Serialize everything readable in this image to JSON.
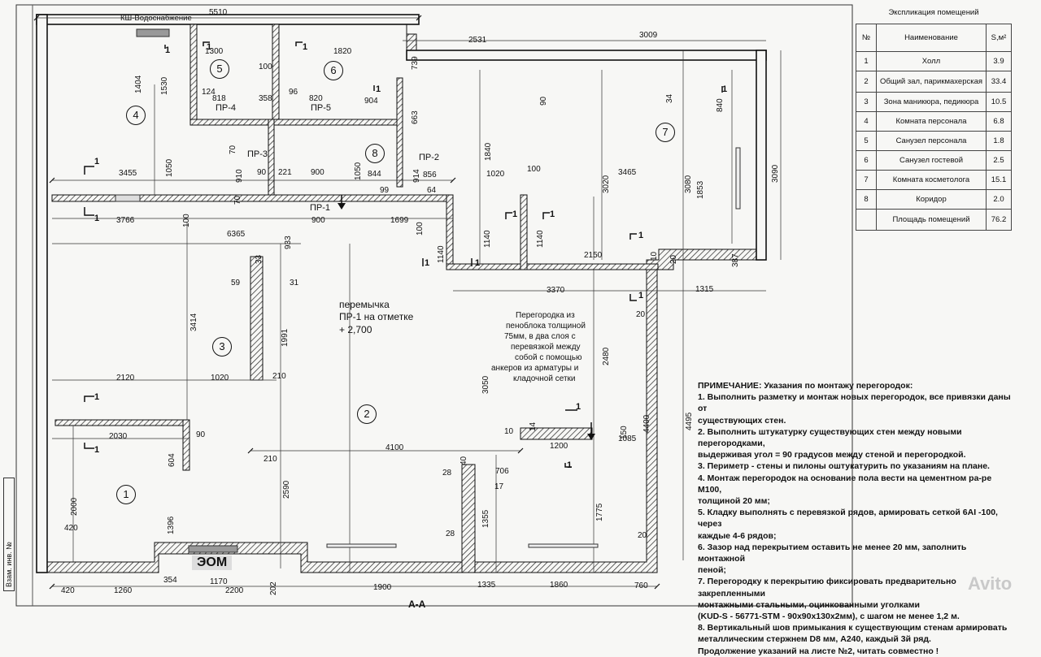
{
  "rooms": [
    {
      "number": "1"
    },
    {
      "number": "2"
    },
    {
      "number": "3"
    },
    {
      "number": "4"
    },
    {
      "number": "5"
    },
    {
      "number": "6"
    },
    {
      "number": "7"
    },
    {
      "number": "8"
    }
  ],
  "explication": {
    "title": "Экспликация помещений",
    "headers": [
      "№",
      "Наименование",
      "S,м²"
    ],
    "rows": [
      {
        "n": "1",
        "name": "Холл",
        "area": "3.9"
      },
      {
        "n": "2",
        "name": "Общий зал, парикмахерская",
        "area": "33.4"
      },
      {
        "n": "3",
        "name": "Зона маникюра, педикюра",
        "area": "10.5"
      },
      {
        "n": "4",
        "name": "Комната персонала",
        "area": "6.8"
      },
      {
        "n": "5",
        "name": "Санузел персонала",
        "area": "1.8"
      },
      {
        "n": "6",
        "name": "Санузел гостевой",
        "area": "2.5"
      },
      {
        "n": "7",
        "name": "Комната косметолога",
        "area": "15.1"
      },
      {
        "n": "8",
        "name": "Коридор",
        "area": "2.0"
      }
    ],
    "total_label": "Площадь помещений",
    "total": "76.2"
  },
  "labels": {
    "ksh": "КШ-Водоснабжение",
    "eom": "ЭОМ",
    "pr1": "ПР-1",
    "pr2": "ПР-2",
    "pr3": "ПР-3",
    "pr4": "ПР-4",
    "pr5": "ПР-5",
    "lintel_1": "перемычка",
    "lintel_2": "ПР-1 на отметке",
    "lintel_3": "+ 2,700",
    "partition_1": "Перегородка из",
    "partition_2": "пеноблока толщиной",
    "partition_3": "75мм, в два слоя с",
    "partition_4": "перевязкой между",
    "partition_5": "собой с помощью",
    "partition_6": "анкеров из арматуры и",
    "partition_7": "кладочной сетки",
    "stamp": "Взам. инв. №",
    "section": "А-А",
    "watermark": "Avito"
  },
  "notes": {
    "title": "ПРИМЕЧАНИЕ: Указания по монтажу перегородок:",
    "lines": [
      "1. Выполнить разметку и монтаж новых перегородок, все привязки даны от",
      "существующих стен.",
      "2. Выполнить штукатурку существующих стен между новыми перегородками,",
      "выдерживая угол = 90 градусов между стеной и перегородкой.",
      "3. Периметр - стены и пилоны оштукатурить по указаниям на плане.",
      "4. Монтаж перегородок на основание пола вести на цементном ра-ре М100,",
      "толщиной 20 мм;",
      "5. Кладку выполнять с перевязкой рядов, армировать сеткой 6АI -100, через",
      "каждые 4-6 рядов;",
      "6. Зазор над перекрытием оставить не менее 20 мм, заполнить монтажной",
      "пеной;",
      "7. Перегородку к перекрытию фиксировать предварительно закрепленными",
      "монтажными стальными, оцинкованными уголками",
      "(KUD-S - 56771-STM - 90х90х130х2мм), с шагом не менее 1,2 м.",
      "8. Вертикальный шов примыкания к существующим стенам армировать",
      "металлическим стержнем D8 мм, А240, каждый 3й ряд.",
      "Продолжение указаний на листе №2, читать совместно !"
    ]
  },
  "dims": {
    "d5510": "5510",
    "d2531": "2531",
    "d3009": "3009",
    "d1300": "1300",
    "d1820": "1820",
    "d1404": "1404",
    "d1530": "1530",
    "d100a": "100",
    "d739": "739",
    "d124": "124",
    "d818": "818",
    "d358": "358",
    "d96": "96",
    "d820": "820",
    "d904": "904",
    "d90a": "90",
    "d34": "34",
    "d840": "840",
    "d663": "663",
    "d1840": "1840",
    "d70a": "70",
    "d910": "910",
    "d1050a": "1050",
    "d1050b": "1050",
    "d914": "914",
    "d3455": "3455",
    "d90b": "90",
    "d221": "221",
    "d900a": "900",
    "d844": "844",
    "d856": "856",
    "d1020a": "1020",
    "d3465": "3465",
    "d3020": "3020",
    "d3080a": "3080",
    "d1853": "1853",
    "d3090": "3090",
    "d70b": "70",
    "d99": "99",
    "d64": "64",
    "d100b": "100",
    "d3766": "3766",
    "d100c": "100",
    "d900b": "900",
    "d1699": "1699",
    "d100d": "100",
    "d6365": "6365",
    "d933": "933",
    "d1140a": "1140",
    "d1140b": "1140",
    "d1140c": "1140",
    "d2150": "2150",
    "d10": "10",
    "d20a": "20",
    "d387": "387",
    "d33": "33",
    "d59": "59",
    "d31": "31",
    "d3370": "3370",
    "d1315": "1315",
    "d3414": "3414",
    "d1991": "1991",
    "d20b": "20",
    "d2480": "2480",
    "d3050": "3050",
    "d4495": "4495",
    "d2120": "2120",
    "d1020b": "1020",
    "d210a": "210",
    "d14": "14",
    "d150": "150",
    "d4400": "4400",
    "d2030": "2030",
    "d90c": "90",
    "d10b": "10",
    "d1200": "1200",
    "d1085": "1085",
    "d604": "604",
    "d4100": "4100",
    "d40": "40",
    "d210b": "210",
    "d28a": "28",
    "d706": "706",
    "d2590": "2590",
    "d17": "17",
    "d2000": "2000",
    "d1396": "1396",
    "d1355": "1355",
    "d1775": "1775",
    "d420a": "420",
    "d28b": "28",
    "d20c": "20",
    "d354": "354",
    "d1170": "1170",
    "d202": "202",
    "d420b": "420",
    "d1260": "1260",
    "d2200": "2200",
    "d1900": "1900",
    "d1335": "1335",
    "d1860": "1860",
    "d760": "760"
  }
}
